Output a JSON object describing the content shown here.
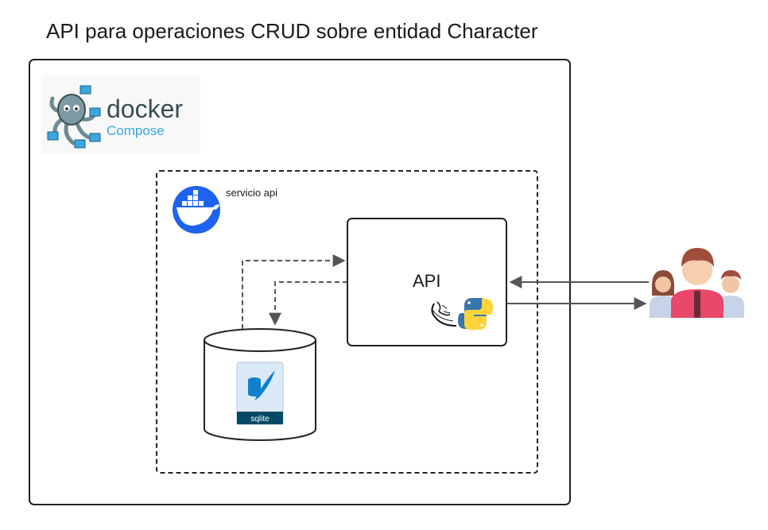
{
  "title": "API para operaciones CRUD sobre entidad Character",
  "docker_compose": {
    "wordmark": "docker",
    "subword": "Compose"
  },
  "service": {
    "label": "servicio api"
  },
  "api": {
    "label": "API"
  },
  "database": {
    "badge": "sqlite"
  },
  "colors": {
    "docker_blue": "#1D63ED",
    "compose_blue": "#3BA7E0",
    "docker_dark": "#394D54",
    "python_blue": "#3776AB",
    "python_yellow": "#FFD43B",
    "sqlite_blue": "#0F80CC",
    "sqlite_dark": "#044A64",
    "connector": "#555555"
  },
  "icons": [
    "docker-compose-octopus-icon",
    "docker-whale-icon",
    "flask-icon",
    "python-icon",
    "sqlite-icon",
    "users-group-icon"
  ]
}
